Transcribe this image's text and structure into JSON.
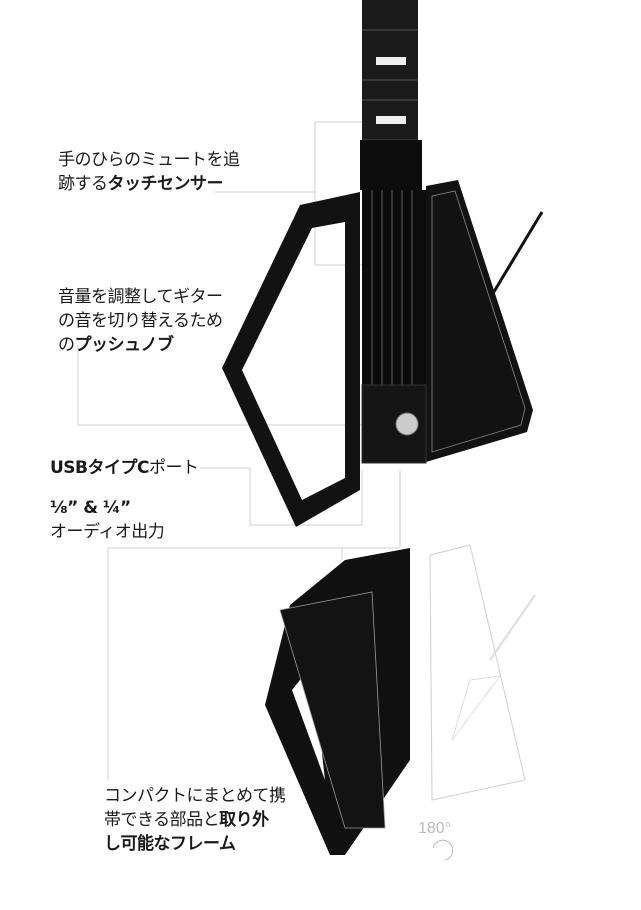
{
  "callouts": {
    "touch_sensor": {
      "line1": "手のひらのミュートを追",
      "line2_plain": "跡する",
      "line2_bold": "タッチセンサー"
    },
    "push_knob": {
      "line1": "音量を調整してギター",
      "line2": "の音を切り替えるため",
      "line3_plain": "の",
      "line3_bold": "プッシュノブ"
    },
    "usb": {
      "bold": "USBタイプC",
      "plain": "ポート"
    },
    "audio": {
      "line1": "⅛” & ¼”",
      "line2": "オーディオ出力"
    },
    "frame": {
      "line1": "コンパクトにまとめて携",
      "line2_plain": "帯できる部品と",
      "line2_bold": "取り外",
      "line3_bold": "し可能なフレーム"
    }
  },
  "rotation_label": "180°",
  "colors": {
    "body": "#111111",
    "line": "#cccccc",
    "ghost": "#d6d6d6"
  }
}
